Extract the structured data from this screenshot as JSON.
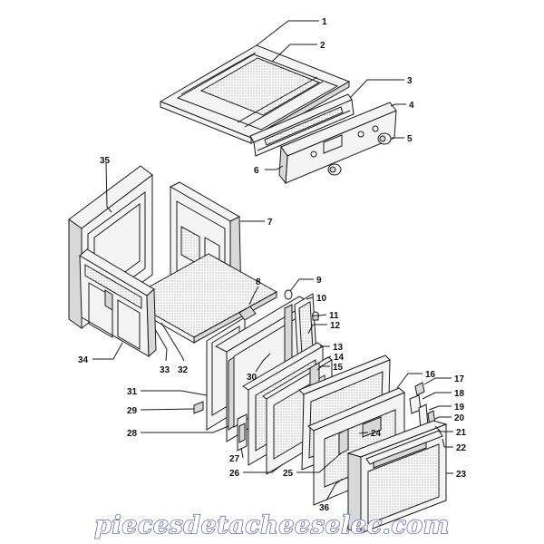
{
  "diagram": {
    "callouts": [
      {
        "id": "1",
        "label": "1"
      },
      {
        "id": "2",
        "label": "2"
      },
      {
        "id": "3",
        "label": "3"
      },
      {
        "id": "4",
        "label": "4"
      },
      {
        "id": "5",
        "label": "5"
      },
      {
        "id": "6",
        "label": "6"
      },
      {
        "id": "7",
        "label": "7"
      },
      {
        "id": "8",
        "label": "8"
      },
      {
        "id": "9",
        "label": "9"
      },
      {
        "id": "10",
        "label": "10"
      },
      {
        "id": "11",
        "label": "11"
      },
      {
        "id": "12",
        "label": "12"
      },
      {
        "id": "13",
        "label": "13"
      },
      {
        "id": "14",
        "label": "14"
      },
      {
        "id": "15",
        "label": "15"
      },
      {
        "id": "16",
        "label": "16"
      },
      {
        "id": "17",
        "label": "17"
      },
      {
        "id": "18",
        "label": "18"
      },
      {
        "id": "19",
        "label": "19"
      },
      {
        "id": "20",
        "label": "20"
      },
      {
        "id": "21",
        "label": "21"
      },
      {
        "id": "22",
        "label": "22"
      },
      {
        "id": "23",
        "label": "23"
      },
      {
        "id": "24",
        "label": "24"
      },
      {
        "id": "25",
        "label": "25"
      },
      {
        "id": "26",
        "label": "26"
      },
      {
        "id": "27",
        "label": "27"
      },
      {
        "id": "28",
        "label": "28"
      },
      {
        "id": "29",
        "label": "29"
      },
      {
        "id": "30",
        "label": "30"
      },
      {
        "id": "31",
        "label": "31"
      },
      {
        "id": "32",
        "label": "32"
      },
      {
        "id": "33",
        "label": "33"
      },
      {
        "id": "34",
        "label": "34"
      },
      {
        "id": "35",
        "label": "35"
      },
      {
        "id": "36",
        "label": "36"
      }
    ]
  },
  "watermark": "piecesdetacheeselec.com"
}
